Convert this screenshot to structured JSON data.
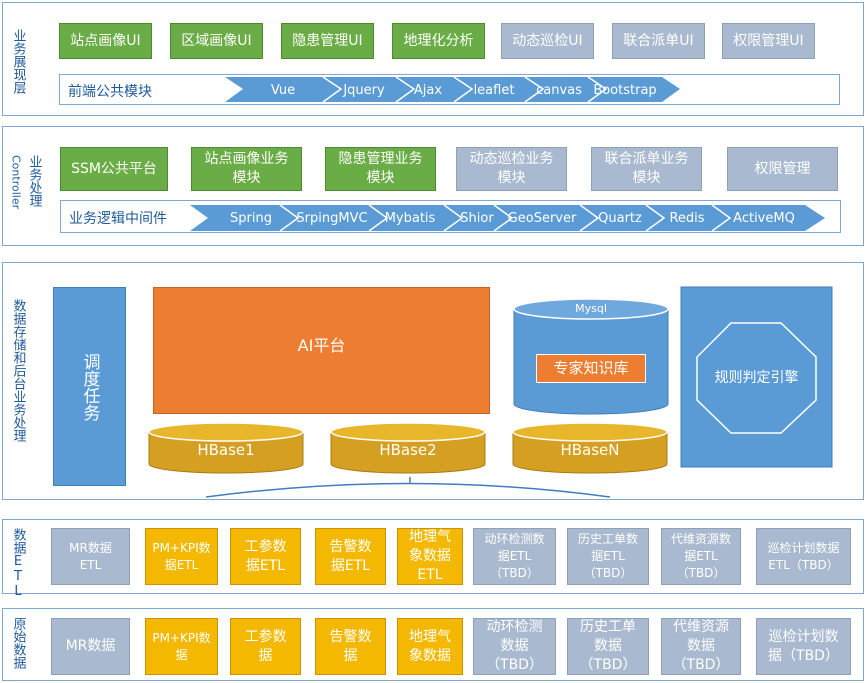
{
  "layers": {
    "presentation": {
      "title": "业务展现层",
      "modules": [
        "站点画像UI",
        "区域画像UI",
        "隐患管理UI",
        "地理化分析",
        "动态巡检UI",
        "联合派单UI",
        "权限管理UI"
      ],
      "bar_label": "前端公共模块",
      "tech": [
        "Vue",
        "Jquery",
        "Ajax",
        "leaflet",
        "canvas",
        "Bootstrap"
      ]
    },
    "business": {
      "title": "业务处理",
      "subtitle": "Controller",
      "modules": [
        "SSM公共平台",
        "站点画像业务模块",
        "隐患管理业务模块",
        "动态巡检业务模块",
        "联合派单业务模块",
        "权限管理"
      ],
      "bar_label": "业务逻辑中间件",
      "tech": [
        "Spring",
        "SrpingMVC",
        "Mybatis",
        "Shior",
        "GeoServer",
        "Quartz",
        "Redis",
        "ActiveMQ"
      ]
    },
    "storage": {
      "title": "数据存储和后台业务处理",
      "scheduler": "调度任务",
      "ai_platform": "AI平台",
      "mysql_label": "Mysql",
      "expert_kb": "专家知识库",
      "rule_engine": "规则判定引擎",
      "hbase": [
        "HBase1",
        "HBase2",
        "HBaseN"
      ]
    },
    "etl": {
      "title": "数据ETL",
      "items": [
        "MR数据ETL",
        "PM+KPI数据ETL",
        "工参数据ETL",
        "告警数据ETL",
        "地理气象数据ETL",
        "动环检测数据ETL（TBD）",
        "历史工单数据ETL（TBD）",
        "代维资源数据ETL（TBD）",
        "巡检计划数据ETL（TBD）"
      ]
    },
    "raw": {
      "title": "原始数据",
      "items": [
        "MR数据",
        "PM+KPI数据",
        "工参数据",
        "告警数据",
        "地理气象数据",
        "动环检测数据（TBD）",
        "历史工单数据（TBD）",
        "代维资源数据（TBD）",
        "巡检计划数据（TBD）"
      ]
    }
  },
  "colors": {
    "green": "#6aac45",
    "grey": "#a9b9cf",
    "yellow": "#f5b800",
    "blue": "#5b9bd5",
    "orange": "#ed7d31",
    "gold": "#d5a021",
    "border": "#7fa7cf"
  }
}
